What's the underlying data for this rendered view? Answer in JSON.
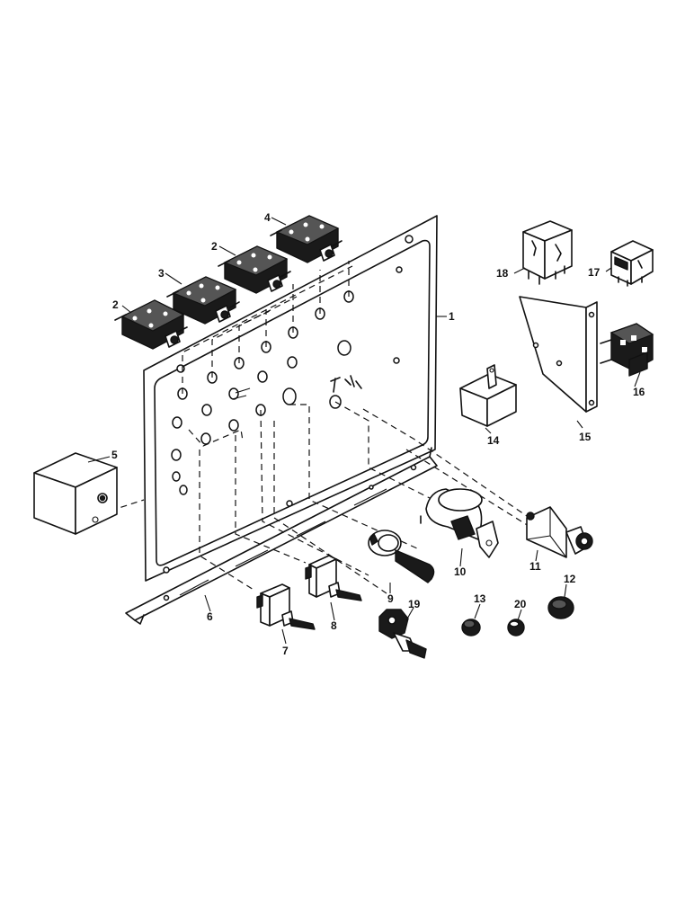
{
  "callouts": {
    "c1": "1",
    "c2a": "2",
    "c2b": "2",
    "c3": "3",
    "c4": "4",
    "c5": "5",
    "c6": "6",
    "c7": "7",
    "c8": "8",
    "c9": "9",
    "c10": "10",
    "c11": "11",
    "c12": "12",
    "c13": "13",
    "c14": "14",
    "c15": "15",
    "c16": "16",
    "c17": "17",
    "c18": "18",
    "c19": "19",
    "c20": "20"
  }
}
